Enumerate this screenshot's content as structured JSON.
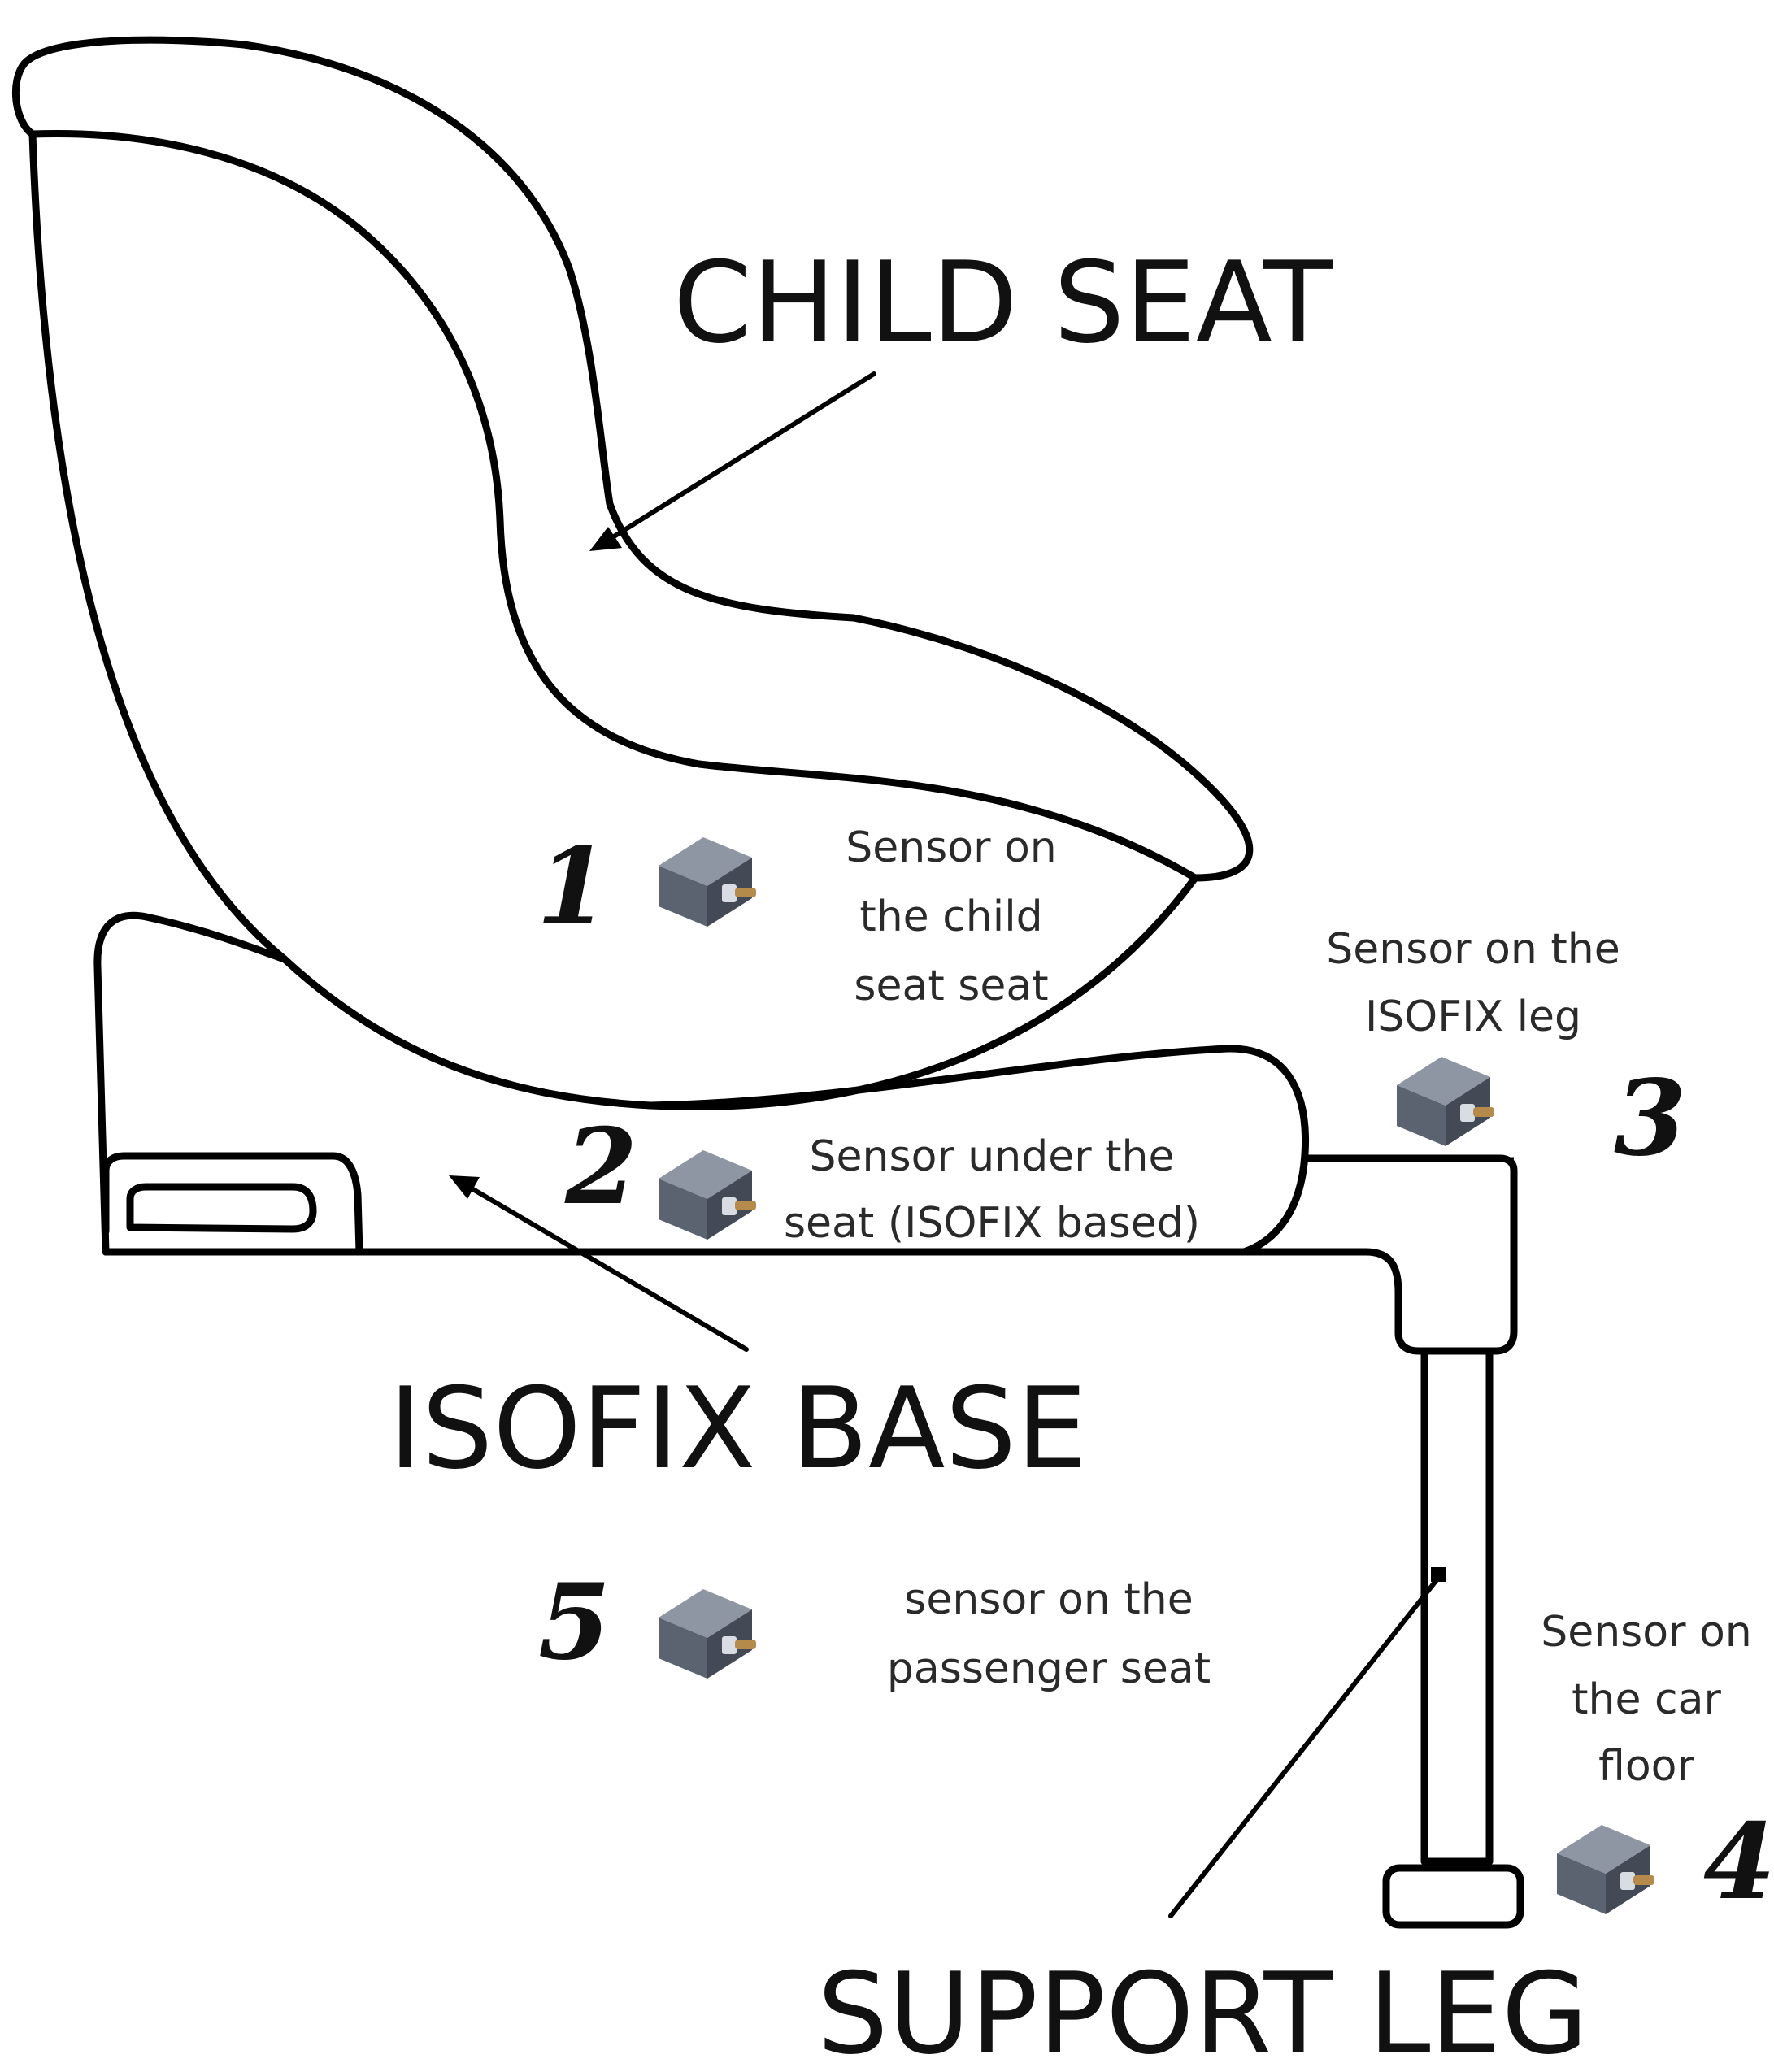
{
  "labels": {
    "child_seat": "CHILD SEAT",
    "isofix_base": "ISOFIX BASE",
    "support_leg": "SUPPORT LEG"
  },
  "sensors": [
    {
      "number": "1",
      "lines": [
        "Sensor on",
        "the child",
        "seat seat"
      ],
      "icon": "sensor-module-icon"
    },
    {
      "number": "2",
      "lines": [
        "Sensor under the",
        "seat (ISOFIX based)"
      ],
      "icon": "sensor-module-icon"
    },
    {
      "number": "3",
      "lines": [
        "Sensor on the",
        "ISOFIX leg"
      ],
      "icon": "sensor-module-icon"
    },
    {
      "number": "4",
      "lines": [
        "Sensor on",
        "the car",
        "floor"
      ],
      "icon": "sensor-module-icon"
    },
    {
      "number": "5",
      "lines": [
        "sensor on the",
        "passenger seat"
      ],
      "icon": "sensor-module-icon"
    }
  ],
  "colors": {
    "outline": "#000000",
    "sensor_body": "#5b6270",
    "sensor_pin": "#b58a4a"
  }
}
